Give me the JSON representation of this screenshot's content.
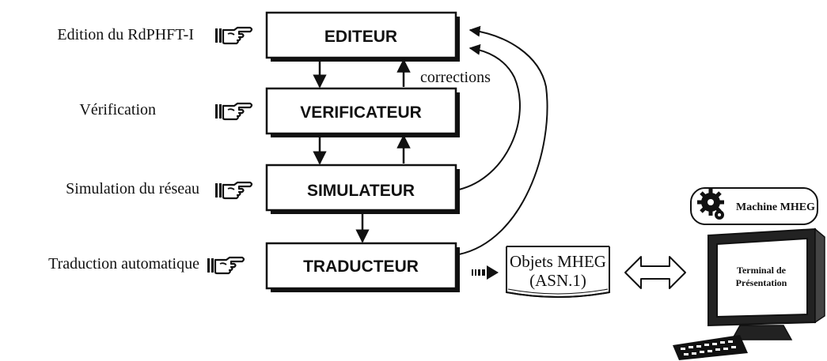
{
  "stages": [
    {
      "label": "Edition du RdPHFT-I",
      "box": "EDITEUR"
    },
    {
      "label": "Vérification",
      "box": "VERIFICATEUR"
    },
    {
      "label": "Simulation du réseau",
      "box": "SIMULATEUR"
    },
    {
      "label": "Traduction automatique",
      "box": "TRADUCTEUR"
    }
  ],
  "corrections_label": "corrections",
  "output": {
    "line1": "Objets MHEG",
    "line2": "(ASN.1)"
  },
  "machine_label": "Machine MHEG",
  "terminal": {
    "line1": "Terminal de",
    "line2": "Présentation"
  },
  "icons": [
    "pointing-hand-icon",
    "gear-icon",
    "double-arrow-icon",
    "computer-terminal-icon",
    "keyboard-icon"
  ]
}
